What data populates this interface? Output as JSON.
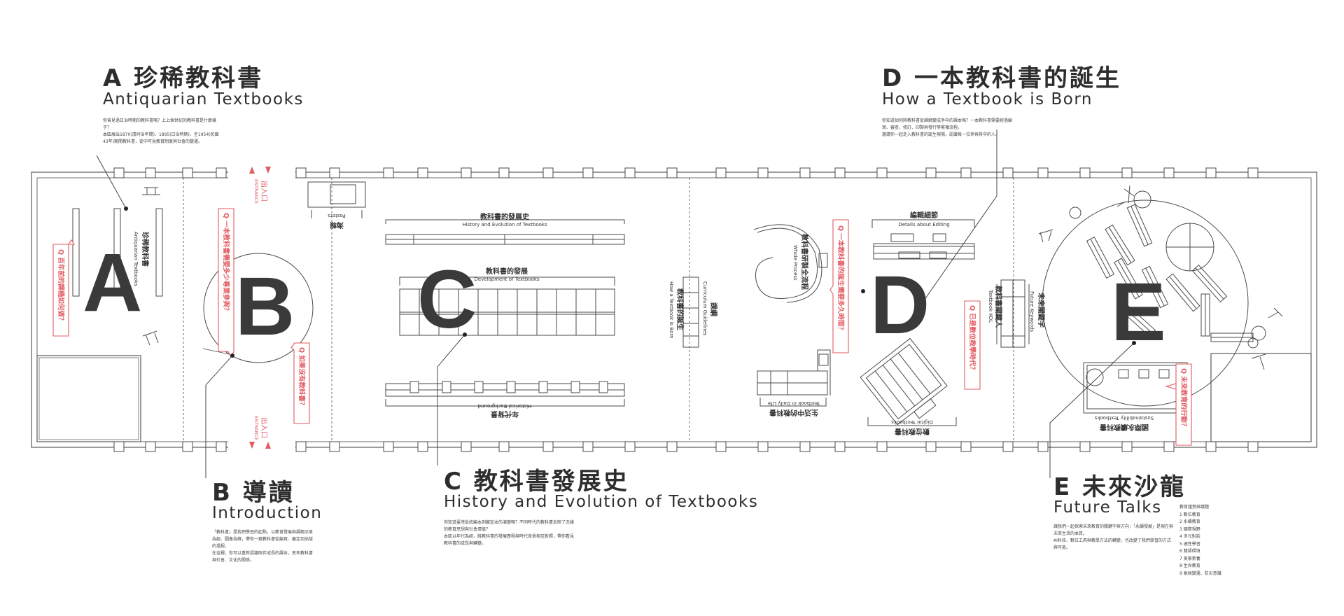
{
  "zones": {
    "A": {
      "letter": "A",
      "title_zh": "A 珍稀教科書",
      "title_en": "Antiquarian Textbooks",
      "desc": [
        "你曾見過日治時期的教科書嗎？上上個世紀的教科書是什麼樣子？",
        "本區展出1870(清同治年間)、1895(日治時期)、至1954(民國43年)期間教科書，從中可見教育制度與社會的變遷。"
      ],
      "station_zh": "珍稀教科書",
      "station_en": "Antiquarian Textbooks",
      "question": "Q 百年前的課桶如何做？"
    },
    "B": {
      "letter": "B",
      "title_zh": "B 導讀",
      "title_en": "Introduction",
      "desc": [
        "「教科書」是我們學習的起點，以教育發展與課綱沿革為經、圖像為緯，帶你一窺教科書從編寫、審定到出版的過程。",
        "在這裡，你可以重新認識陪伴成長的課本，思考教科書與社會、文化的關係。"
      ],
      "question_1": "Q 一本教科書需要多少專業參與？",
      "question_2": "Q 如果沒有教科書？"
    },
    "C": {
      "letter": "C",
      "title_zh": "C 教科書發展史",
      "title_en": "History and Evolution of Textbooks",
      "desc": [
        "你知道臺灣從統編本到審定本的演變嗎？不同時代的教科書反映了怎樣的教育思想與社會價值？",
        "本區以年代為經，將教科書的發展歷程與時代背景相互對照，帶你看見教科書的成長與轉變。"
      ],
      "label_history_zh": "教科書的發展史",
      "label_history_en": "History and Evolution of Textbooks",
      "label_dev_zh": "教科書的發展",
      "label_dev_en": "Development of Textbooks",
      "label_bg_zh": "年代背景",
      "label_bg_en": "Historical Background"
    },
    "D": {
      "letter": "D",
      "title_zh": "D 一本教科書的誕生",
      "title_en": "How a Textbook is Born",
      "desc": [
        "你知道如何將教科書從課綱變成手中的課本嗎？一本教科書需要經過編寫、審查、修訂、印製與發行等繁複流程。",
        "邀請你一起走入教科書的誕生現場，認識每一位參與其中的人。"
      ],
      "label_editing_zh": "編輯細節",
      "label_editing_en": "Details about Editing",
      "label_process_zh": "教科書研製全流程",
      "label_process_en": "Whole Process",
      "label_born_zh": "教科書的誕生",
      "label_born_en": "How a Textbook is Born",
      "label_curriculum_zh": "課綱",
      "label_curriculum_en": "Curriculum Guidelines",
      "label_daily_zh": "生活中的教科書",
      "label_daily_en": "Textbook in Daily Life",
      "label_digital_zh": "數位教科書",
      "label_digital_en": "Digital Textbooks",
      "question_1": "Q 一本教科書的誕生需要多久時間？",
      "question_2": "Q 已是數位教學時代？"
    },
    "E": {
      "letter": "E",
      "title_zh": "E 未來沙龍",
      "title_en": "Future Talks",
      "desc": [
        "讓我們一起探索未來教育的關鍵字與方向：「永續發展」是現在與未來生活的本質。",
        "AI科技、數位工具與教學方法的轉變，也改變了我們學習的方式與可能。"
      ],
      "label_keywords_zh": "未來關鍵字",
      "label_keywords_en": "Future Keywords",
      "label_kol_zh": "教科書關鍵人",
      "label_kol_en": "Textbook KOL",
      "label_sustain_zh": "國際永續教科書",
      "label_sustain_en": "Sustainability Textbooks",
      "question": "Q 未來教育的行動？",
      "list_title": "教育趨勢與議題",
      "list_items": [
        "1 數位教育",
        "2 永續教育",
        "3 國際視野",
        "4 多元對話",
        "5 適性學習",
        "6 雙語環境",
        "7 美學素養",
        "8 生命教育",
        "9 氣候變遷、防災意識"
      ]
    }
  },
  "entrance": {
    "label_zh": "出入口",
    "label_en": "ENTRANCE"
  },
  "posters": {
    "label_zh": "海報",
    "label_en": "Posters"
  },
  "colors": {
    "accent": "#e25b62",
    "line": "#4a4a4a",
    "text": "#2d2d2d"
  }
}
